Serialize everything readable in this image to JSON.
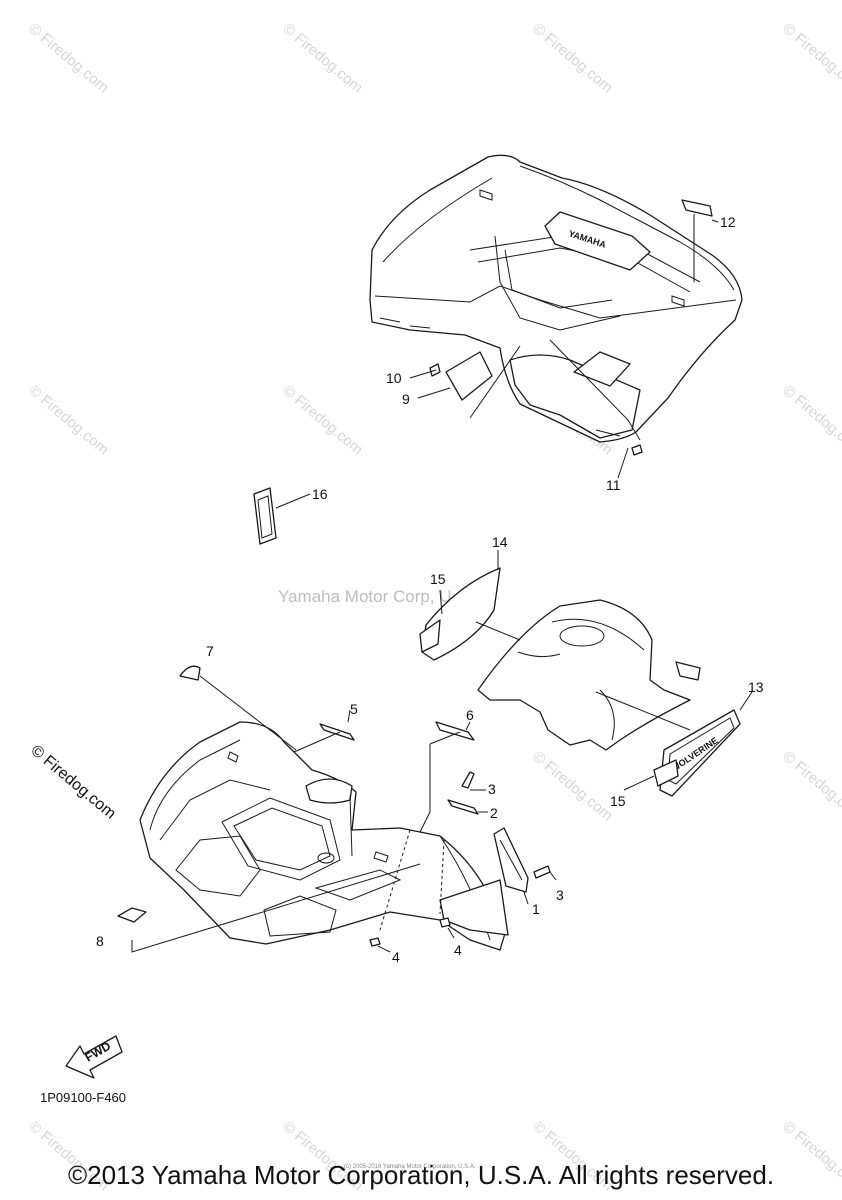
{
  "watermark": {
    "text": "© Firedog.com",
    "center_text": "Yamaha Motor Corp, U.S.A."
  },
  "diagram": {
    "callouts": [
      "1",
      "2",
      "3",
      "3",
      "4",
      "4",
      "5",
      "6",
      "7",
      "8",
      "9",
      "10",
      "11",
      "12",
      "13",
      "14",
      "15",
      "15",
      "16"
    ],
    "part_code": "1P09100-F460",
    "fwd_label": "FWD",
    "rear_emblem": "YAMAHA",
    "side_emblem": "WOLVERINE",
    "small_print": "(c) 2005-2016 Yamaha Motor Corporation, U.S.A."
  },
  "footer": {
    "copyright": "©2013 Yamaha Motor Corporation, U.S.A. All rights reserved."
  }
}
